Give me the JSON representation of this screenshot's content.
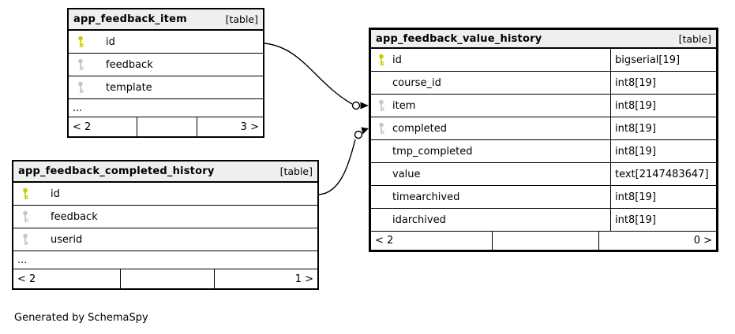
{
  "app": {
    "footer_note": "Generated by SchemaSpy"
  },
  "colors": {
    "primary_key": "#cccc00",
    "foreign_key": "#c6c6c6",
    "header_bg": "#efefef",
    "border": "#000000",
    "background": "#ffffff"
  },
  "icons": {
    "primary_key": "key-icon (yellow)",
    "foreign_key": "key-icon (gray)"
  },
  "relationships": [
    {
      "from": "app_feedback_item.id",
      "to": "app_feedback_value_history.item"
    },
    {
      "from": "app_feedback_completed_history.id",
      "to": "app_feedback_value_history.completed"
    }
  ],
  "tables": [
    {
      "name": "app_feedback_item",
      "badge": "[table]",
      "columns": [
        {
          "name": "id",
          "key": "primary"
        },
        {
          "name": "feedback",
          "key": "foreign"
        },
        {
          "name": "template",
          "key": "foreign"
        }
      ],
      "ellipsis": "...",
      "footer": {
        "left": "< 2",
        "middle": "",
        "right": "3 >"
      }
    },
    {
      "name": "app_feedback_completed_history",
      "badge": "[table]",
      "columns": [
        {
          "name": "id",
          "key": "primary"
        },
        {
          "name": "feedback",
          "key": "foreign"
        },
        {
          "name": "userid",
          "key": "foreign"
        }
      ],
      "ellipsis": "...",
      "footer": {
        "left": "< 2",
        "middle": "",
        "right": "1 >"
      }
    },
    {
      "name": "app_feedback_value_history",
      "badge": "[table]",
      "columns": [
        {
          "name": "id",
          "key": "primary",
          "type": "bigserial[19]"
        },
        {
          "name": "course_id",
          "type": "int8[19]"
        },
        {
          "name": "item",
          "key": "foreign",
          "type": "int8[19]"
        },
        {
          "name": "completed",
          "key": "foreign",
          "type": "int8[19]"
        },
        {
          "name": "tmp_completed",
          "type": "int8[19]"
        },
        {
          "name": "value",
          "type": "text[2147483647]"
        },
        {
          "name": "timearchived",
          "type": "int8[19]"
        },
        {
          "name": "idarchived",
          "type": "int8[19]"
        }
      ],
      "footer": {
        "left": "< 2",
        "middle": "",
        "right": "0 >"
      }
    }
  ]
}
